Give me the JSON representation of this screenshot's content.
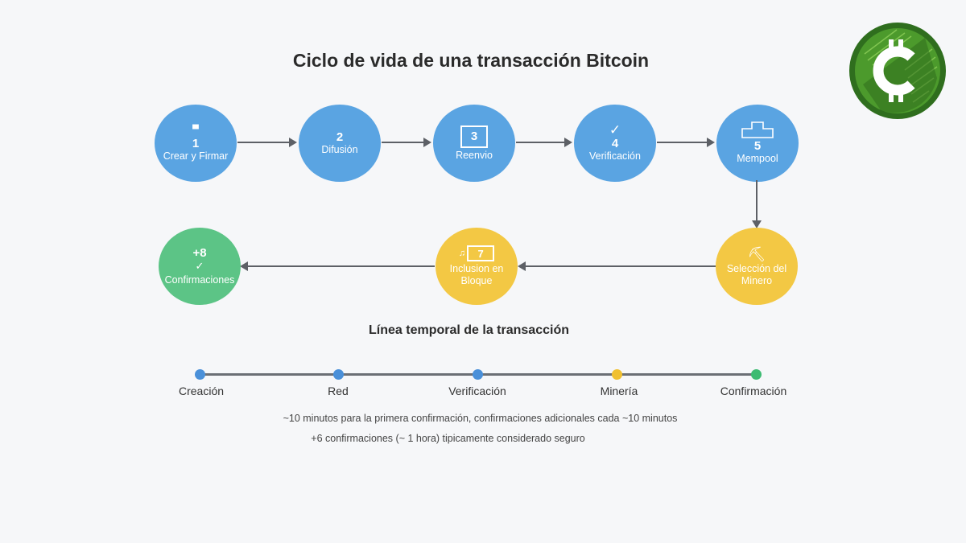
{
  "title": "Ciclo de vida de una transacción Bitcoin",
  "colors": {
    "blue": "#5aa4e2",
    "yellow": "#f3c844",
    "green": "#5cc486",
    "arrow": "#5d6066",
    "logo_green": "#3e8e2a"
  },
  "steps": [
    {
      "icon": "document-icon",
      "glyph": "▝▘",
      "num": "1",
      "label": "Crear y Firmar"
    },
    {
      "icon": "",
      "glyph": "",
      "num": "2",
      "label": "Difusión"
    },
    {
      "icon": "box-icon",
      "glyph": "",
      "num": "3",
      "label": "Reenvio"
    },
    {
      "icon": "check-icon",
      "glyph": "✓",
      "num": "4",
      "label": "Verificación"
    },
    {
      "icon": "pool-icon",
      "glyph": "",
      "num": "5",
      "label": "Mempool"
    },
    {
      "icon": "pickaxe-icon",
      "glyph": "⛏",
      "num": "",
      "label": "Selección del Minero"
    },
    {
      "icon": "block-icon",
      "glyph": "",
      "num": "7",
      "label": "Inclusion en Bloque"
    },
    {
      "icon": "confirm-icon",
      "glyph": "✓",
      "num": "+8",
      "label": "Confirmaciones"
    }
  ],
  "timeline": {
    "title": "Línea temporal de la transacción",
    "points": [
      {
        "label": "Creación",
        "color": "#4a90d9"
      },
      {
        "label": "Red",
        "color": "#4a90d9"
      },
      {
        "label": "Verificación",
        "color": "#4a90d9"
      },
      {
        "label": "Minería",
        "color": "#f0c030"
      },
      {
        "label": "Confirmación",
        "color": "#3dbb72"
      }
    ],
    "notes": [
      "~10 minutos para la primera confirmación, confirmaciones adicionales cada ~10 minutos",
      "+6 confirmaciones (~ 1 hora) tipicamente considerado seguro"
    ]
  }
}
